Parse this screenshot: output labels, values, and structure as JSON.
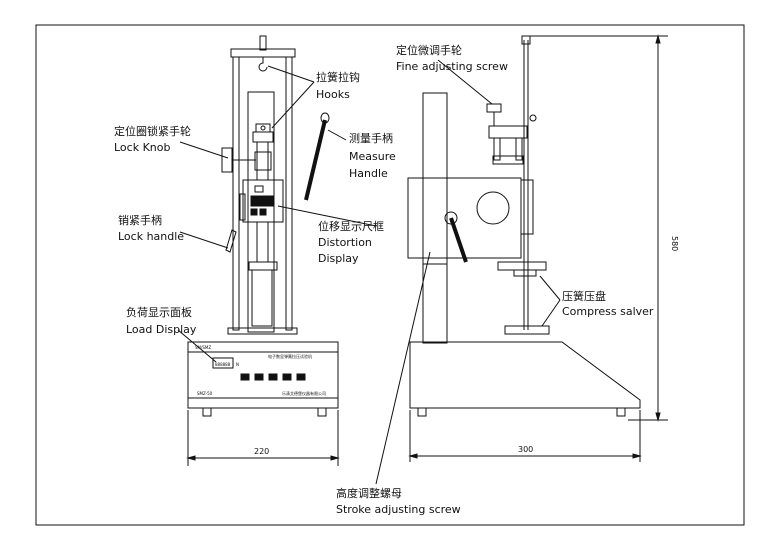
{
  "labels": {
    "hooks_cn": "拉簧拉钩",
    "hooks_en": "Hooks",
    "lock_knob_cn": "定位圈锁紧手轮",
    "lock_knob_en": "Lock Knob",
    "measure_handle_cn": "测量手柄",
    "measure_handle_en_1": "Measure",
    "measure_handle_en_2": "Handle",
    "lock_handle_cn": "销紧手柄",
    "lock_handle_en": "Lock handle",
    "distortion_cn": "位移显示尺框",
    "distortion_en_1": "Distortion",
    "distortion_en_2": "Display",
    "load_display_cn": "负荷显示面板",
    "load_display_en": "Load Display",
    "fine_adjust_cn": "定位微调手轮",
    "fine_adjust_en": "Fine adjusting screw",
    "compress_cn": "压簧压盘",
    "compress_en": "Compress salver",
    "stroke_cn": "高度调整螺母",
    "stroke_en": "Stroke adjusting screw"
  },
  "dimensions": {
    "width_left": "220",
    "width_right": "300",
    "height": "580"
  },
  "panel": {
    "title": "电子数显弹簧拉压试验机",
    "brand": "SM/SMZ",
    "model": "SMZ-50",
    "maker": "乐清艾德堡仪器有限公司",
    "display": "888888",
    "unit": "N"
  },
  "colors": {
    "line": "#111111",
    "background": "#ffffff"
  }
}
